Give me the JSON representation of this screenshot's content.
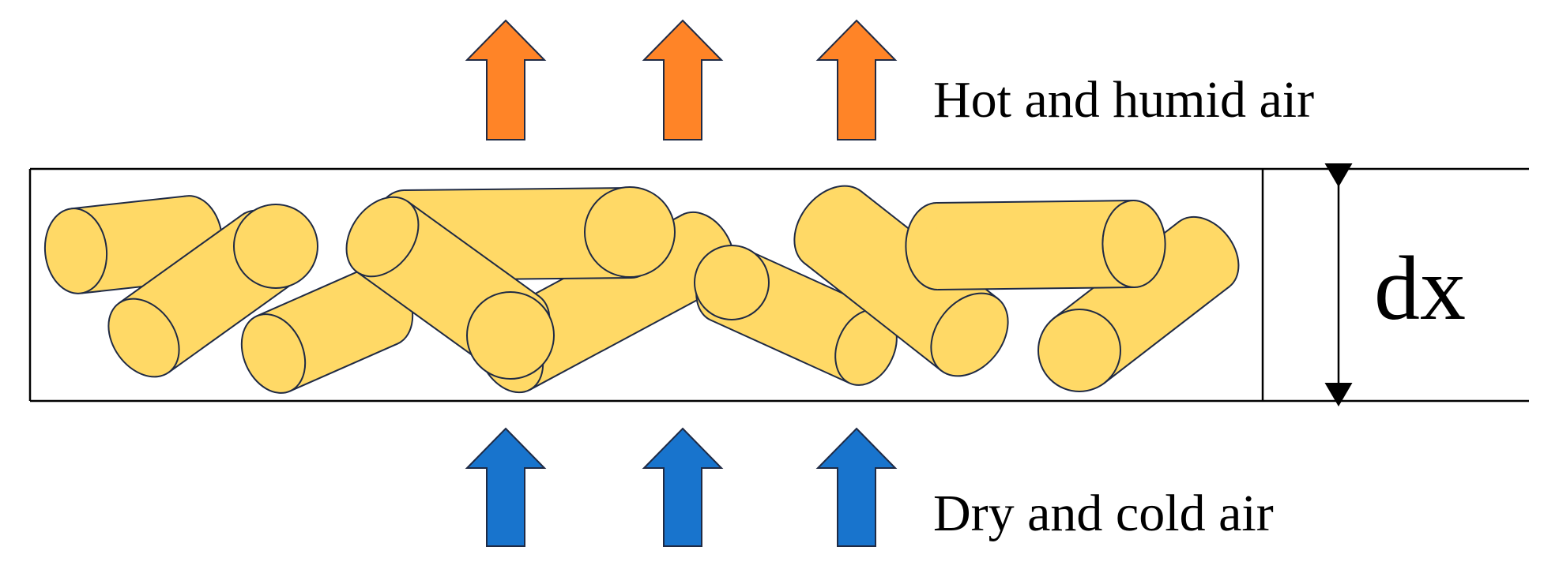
{
  "labels": {
    "outlet_air": "Hot and humid air",
    "inlet_air": "Dry and cold air",
    "thickness": "dx"
  },
  "colors": {
    "hot_arrow": "#FF8427",
    "cold_arrow": "#1874CD",
    "pellet_fill": "#FFD966",
    "pellet_stroke": "#1F2A44",
    "frame_stroke": "#000000"
  },
  "icons": {
    "hot_arrow": "up-arrow",
    "cold_arrow": "up-arrow",
    "thickness_marker": "double-headed-vertical-arrow"
  }
}
